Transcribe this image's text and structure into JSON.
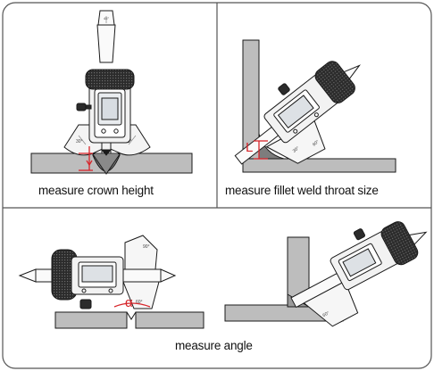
{
  "panels": {
    "crown": {
      "caption": "measure crown height"
    },
    "fillet": {
      "caption": "measure fillet weld throat size",
      "marker_label": "L"
    },
    "angle": {
      "caption": "measure angle",
      "marker_label": "α"
    }
  },
  "colors": {
    "accent_red": "#d7262b",
    "outline": "#1a1a1a",
    "plate_gray": "#bdbdbd",
    "weld_gray": "#7d7d7d",
    "body_light": "#f2f2f2",
    "grip_dark": "#2b2b2b"
  },
  "icons": [
    "weld-gauge-illustration",
    "digital-display",
    "knurled-grip",
    "thumb-wheel"
  ]
}
